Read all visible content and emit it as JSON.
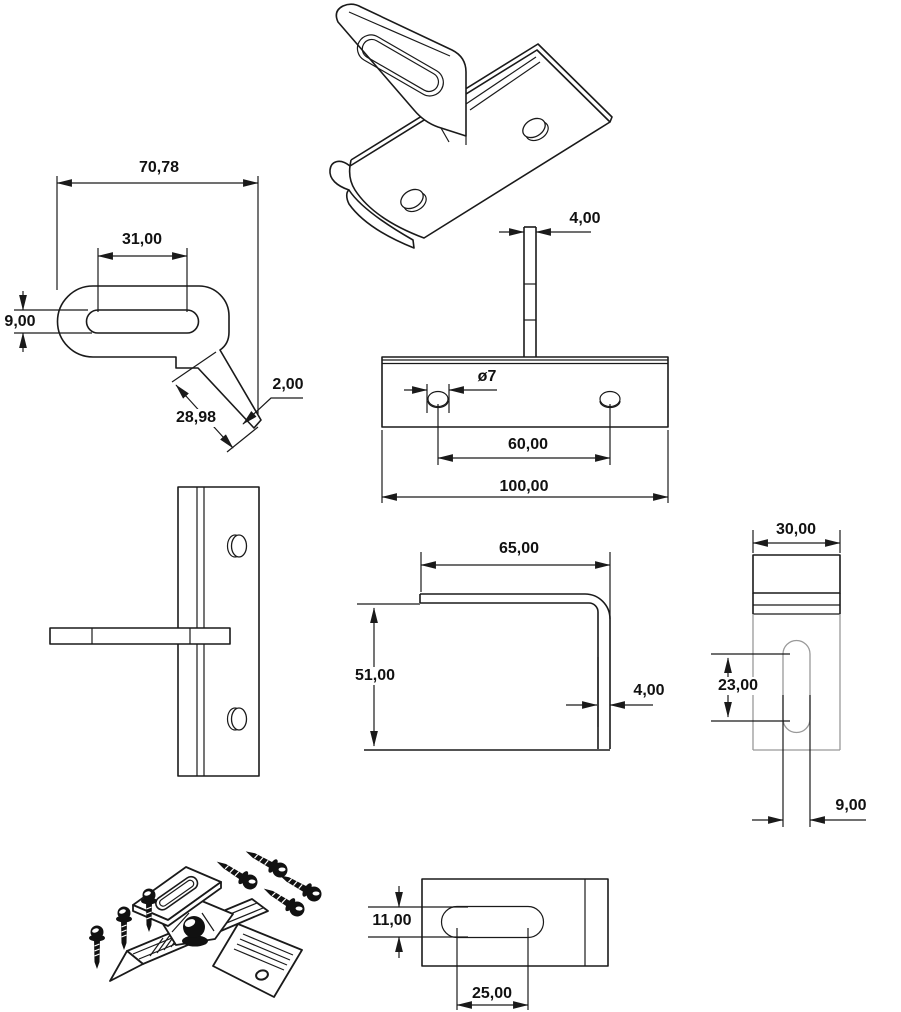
{
  "colors": {
    "background": "#ffffff",
    "line": "#1a1a1a",
    "light_line": "#999999",
    "text": "#111111"
  },
  "dims": {
    "tab_face": {
      "overall_width": "70,78",
      "slot_spacing": "31,00",
      "slot_width": "9,00",
      "flange_length": "28,98",
      "flange_thickness": "2,00"
    },
    "front": {
      "tab_thickness": "4,00",
      "hole_diameter": "ø7",
      "hole_spacing": "60,00",
      "base_width": "100,00"
    },
    "l_profile": {
      "leg_length": "65,00",
      "height": "51,00",
      "thickness": "4,00"
    },
    "side": {
      "width": "30,00",
      "slot_spacing": "23,00",
      "slot_width": "9,00"
    },
    "plan": {
      "slot_width": "11,00",
      "slot_spacing": "25,00"
    }
  }
}
